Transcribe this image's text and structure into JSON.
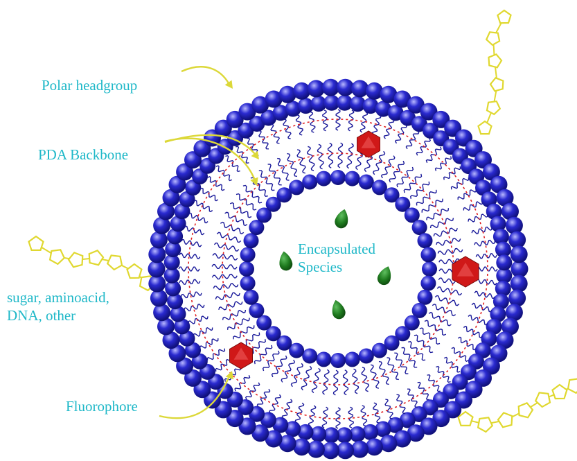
{
  "labels": {
    "polar_headgroup": "Polar headgroup",
    "pda_backbone": "PDA Backbone",
    "ligand_line1": "sugar, aminoacid,",
    "ligand_line2": "DNA, other",
    "fluorophore": "Fluorophore",
    "encapsulated_line1": "Encapsulated",
    "encapsulated_line2": "Species"
  },
  "colors": {
    "label_text": "#1fb8c8",
    "headgroup": "#2a2ad0",
    "headgroup_dark": "#10107a",
    "headgroup_light": "#b8b8ff",
    "tail": "#1a1a9a",
    "backbone": "#e02020",
    "fluorophore": "#d01818",
    "ligand": "#e0d830",
    "arrow": "#dcd838",
    "encapsulated": "#1e7a1e"
  },
  "icons": {
    "headgroup": "sphere-icon",
    "fluorophore": "hexagon-icon",
    "encapsulated": "droplet-icon",
    "ligand": "chain-icon",
    "arrow": "curved-arrow-icon"
  }
}
